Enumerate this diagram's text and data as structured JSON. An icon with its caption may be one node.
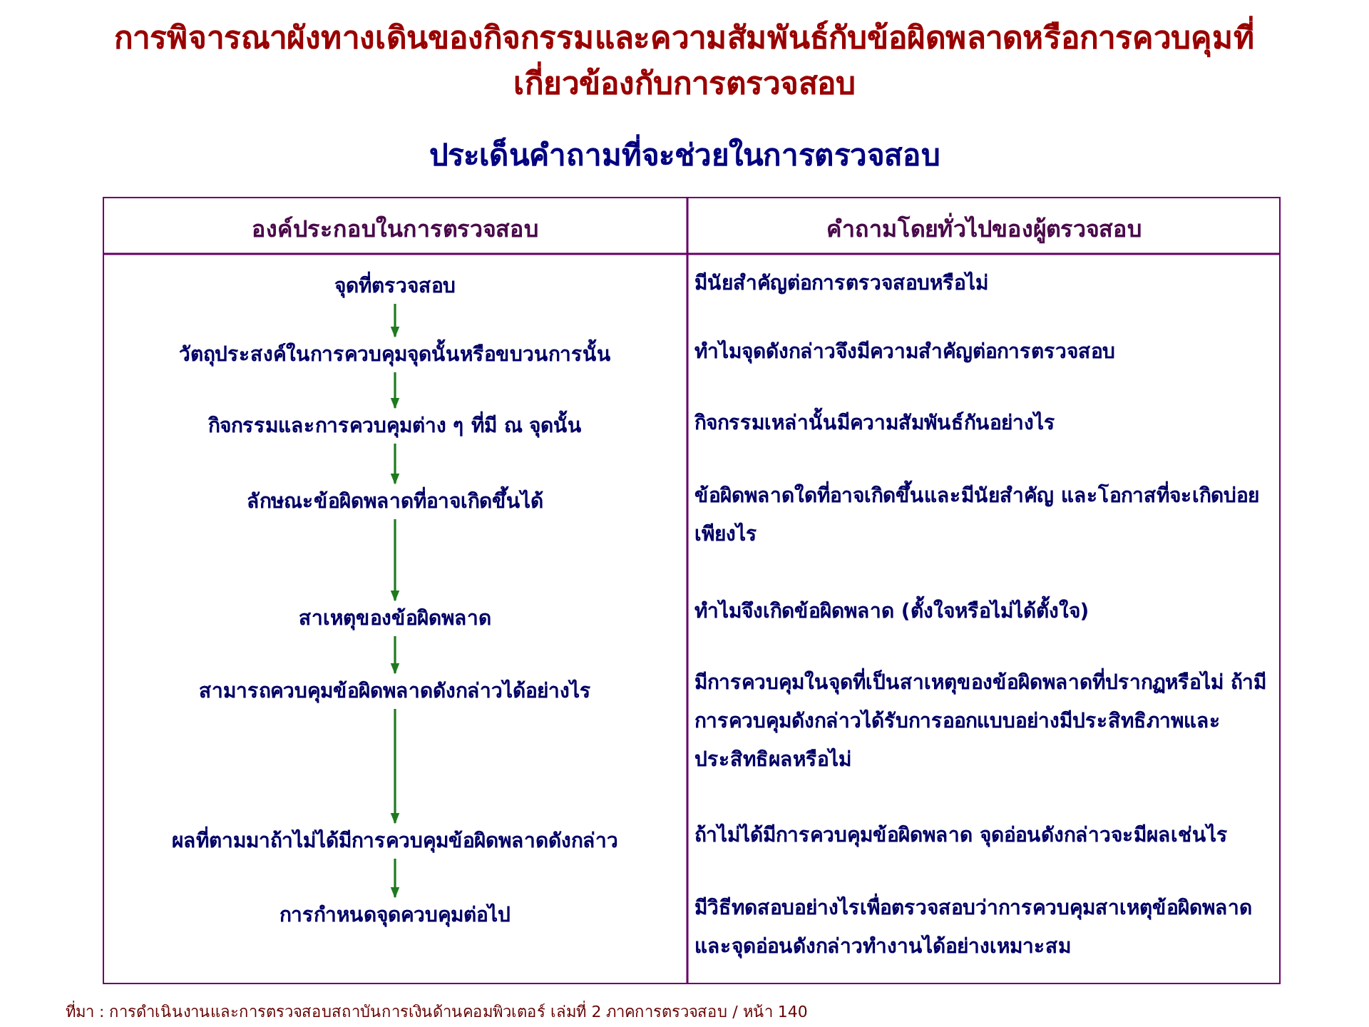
{
  "diagram": {
    "title": "การพิจารณาผังทางเดินของกิจกรรมและความสัมพันธ์กับข้อผิดพลาดหรือการควบคุมที่เกี่ยวข้องกับการตรวจสอบ",
    "nodes": [
      {
        "text": [
          "จุดที่ตรวจสอบ"
        ]
      },
      {
        "text": [
          "วัตถุประสงค์ในการควบคุมจุดนั้นหรือขบวนการนั้น"
        ]
      },
      {
        "text": [
          "กิจกรรมและการควบคุมต่าง ๆ ที่มี ณ จุดนั้น"
        ]
      },
      {
        "text": [
          "ลักษณะข้อผิดพลาดที่อาจเกิดขึ้นได้"
        ]
      },
      {
        "text": [
          "สาเหตุของข้อผิดพลาด"
        ]
      },
      {
        "text": [
          "สามารถควบคุมข้อผิดพลาดดังกล่าวได้อย่างไร"
        ]
      },
      {
        "text": [
          "ผลที่ตามมาถ้าไม่ได้มีการควบคุมข้อผิดพลาดดังกล่าว"
        ]
      },
      {
        "text": [
          "การกำหนดจุดควบคุมต่อไป"
        ]
      }
    ],
    "edges": [
      {
        "from": 0,
        "to": 1,
        "arrow": "to"
      },
      {
        "from": 1,
        "to": 2,
        "arrow": "to"
      },
      {
        "from": 2,
        "to": 3,
        "arrow": "to"
      },
      {
        "from": 3,
        "to": 4,
        "arrow": "to"
      },
      {
        "from": 4,
        "to": 5,
        "arrow": "to"
      },
      {
        "from": 5,
        "to": 6,
        "arrow": "to"
      },
      {
        "from": 6,
        "to": 7,
        "arrow": "to"
      }
    ],
    "labels": [
      "ประเด็นคำถามที่จะช่วยในการตรวจสอบ",
      "องค์ประกอบในการตรวจสอบ",
      "คำถามโดยทั่วไปของผู้ตรวจสอบ",
      "มีนัยสำคัญต่อการตรวจสอบหรือไม่",
      "ทำไมจุดดังกล่าวจึงมีความสำคัญต่อการตรวจสอบ",
      "กิจกรรมเหล่านั้นมีความสัมพันธ์กันอย่างไร",
      "ข้อผิดพลาดใดที่อาจเกิดขึ้นและมีนัยสำคัญ และโอกาสที่จะเกิดบ่อยเพียงไร",
      "ทำไมจึงเกิดข้อผิดพลาด (ตั้งใจหรือไม่ได้ตั้งใจ)",
      "มีการควบคุมในจุดที่เป็นสาเหตุของข้อผิดพลาดที่ปรากฏหรือไม่ ถ้ามีการควบคุมดังกล่าวได้รับการออกแบบอย่างมีประสิทธิภาพและประสิทธิผลหรือไม่",
      "ถ้าไม่ได้มีการควบคุมข้อผิดพลาด จุดอ่อนดังกล่าวจะมีผลเช่นไร",
      "มีวิธีทดสอบอย่างไรเพื่อตรวจสอบว่าการควบคุมสาเหตุข้อผิดพลาด และจุดอ่อนดังกล่าวทำงานได้อย่างเหมาะสม",
      "ที่มา : การดำเนินงานและการตรวจสอบสถาบันการเงินด้านคอมพิวเตอร์ เล่มที่ 2 ภาคการตรวจสอบ / หน้า 140"
    ]
  }
}
